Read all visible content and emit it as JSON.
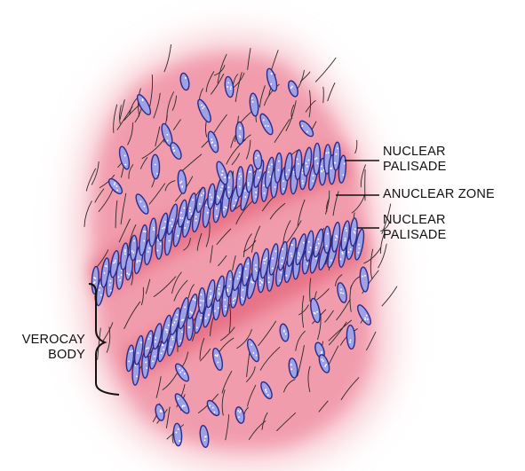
{
  "labels": {
    "nuclear_palisade_top": [
      "NUCLEAR",
      "PALISADE"
    ],
    "anuclear_zone": "ANUCLEAR ZONE",
    "nuclear_palisade_bottom": [
      "NUCLEAR",
      "PALISADE"
    ],
    "verocay_body": [
      "VEROCAY",
      "BODY"
    ]
  },
  "colors": {
    "tissue_pink": "#e8687e",
    "nucleus_fill": "#9ea1e6",
    "nucleus_outline": "#2a2a8a",
    "nucleus_dot": "#ffffff",
    "fiber": "#2a2a2a",
    "label_text": "#111111"
  }
}
